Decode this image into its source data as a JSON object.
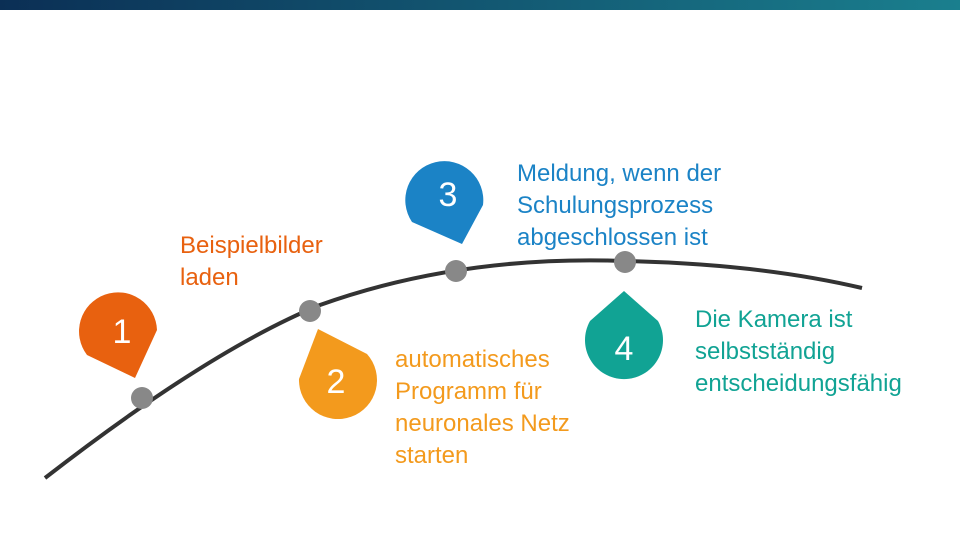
{
  "colors": {
    "step1": "#e8610f",
    "step2": "#f39a1d",
    "step3": "#1b83c6",
    "step4": "#11a394",
    "curve": "#333333",
    "node": "#888888",
    "topbar_start": "#0b2f55",
    "topbar_end": "#1a7f8e"
  },
  "steps": [
    {
      "number": "1",
      "lines": [
        "Beispielbilder",
        "laden"
      ]
    },
    {
      "number": "2",
      "lines": [
        "automatisches",
        "Programm für",
        "neuronales Netz",
        "starten"
      ]
    },
    {
      "number": "3",
      "lines": [
        "Meldung, wenn der",
        "Schulungsprozess",
        "abgeschlossen ist"
      ]
    },
    {
      "number": "4",
      "lines": [
        "Die Kamera ist",
        "selbstständig",
        "entscheidungsfähig"
      ]
    }
  ]
}
